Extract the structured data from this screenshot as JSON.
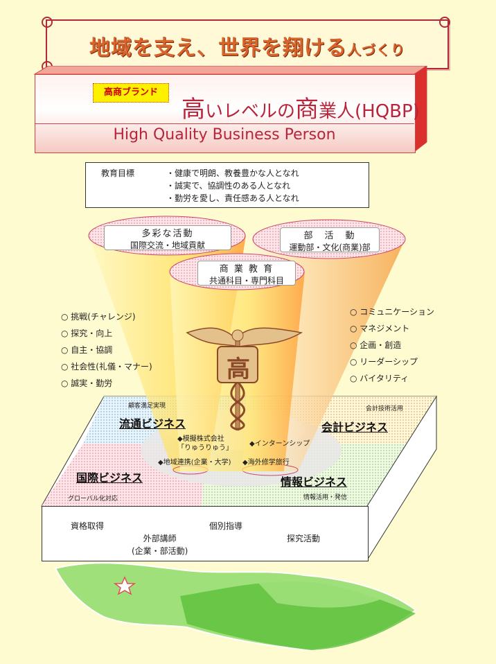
{
  "header": {
    "title_main": "地域を支え、世界を翔ける",
    "title_tail": "人づくり"
  },
  "brand": {
    "badge": "高商ブランド",
    "title_big1": "高",
    "title_part1": "いレベルの",
    "title_big2": "商",
    "title_part2": "業人(HQBP)",
    "subtitle": "High Quality Business Person"
  },
  "goals": {
    "label": "教育目標",
    "items": [
      "・健康で明朗、教養豊かな人となれ",
      "・誠実で、協調性のある人となれ",
      "・勤労を愛し、責任感ある人となれ"
    ]
  },
  "cones": [
    {
      "title": "多彩な活動",
      "sub": "国際交流・地域貢献"
    },
    {
      "title": "部　活　動",
      "sub": "運動部・文化(商業)部"
    },
    {
      "title": "商 業 教 育",
      "sub": "共通科目・専門科目"
    }
  ],
  "left_list": [
    "挑戦(チャレンジ)",
    "探究・向上",
    "自主・協調",
    "社会性(礼儀・マナー)",
    "誠実・勤労"
  ],
  "right_list": [
    "コミュニケーション",
    "マネジメント",
    "企画・創造",
    "リーダーシップ",
    "バイタリティ"
  ],
  "emblem_char": "高",
  "platform": {
    "top_left_note": "顧客満足実現",
    "top_right_note": "会計技術活用",
    "ryutsu": "流通ビジネス",
    "kaikei": "会計ビジネス",
    "kokusai": "国際ビジネス",
    "joho": "情報ビジネス",
    "bottom_left_note": "グローバル化対応",
    "bottom_right_note": "情報活用・発信",
    "item1a": "◆模擬株式会社",
    "item1b": "「りゅうりゅう」",
    "item2": "◆インターンシップ",
    "item3": "◆地域連携(企業・大学)",
    "item4": "◆海外修学旅行"
  },
  "front": {
    "a": "資格取得",
    "b": "外部講師",
    "b2": "(企業・部活動)",
    "c": "個別指導",
    "d": "探究活動"
  },
  "colors": {
    "accent": "#b8243a",
    "title_orange": "#d9642a",
    "map_green": "#7ed957"
  }
}
